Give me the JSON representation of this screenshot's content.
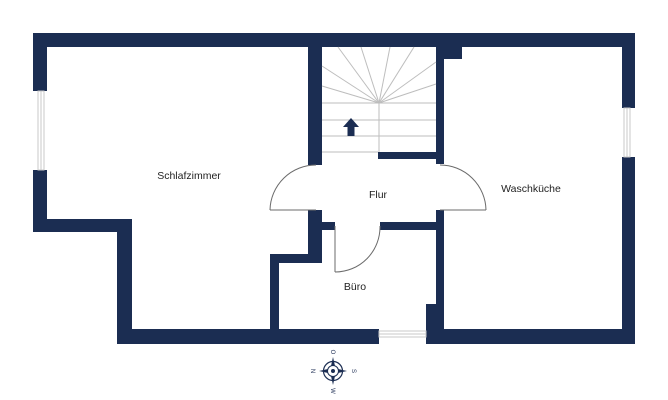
{
  "colors": {
    "wall": "#1b2d52",
    "background": "#ffffff",
    "window": "#d6d6d6",
    "stair_line": "#bdbdbd",
    "arrow": "#1b2d52",
    "door_line": "#555555"
  },
  "rooms": [
    {
      "id": "schlafzimmer",
      "label": "Schlafzimmer"
    },
    {
      "id": "flur",
      "label": "Flur"
    },
    {
      "id": "waschkueche",
      "label": "Waschküche"
    },
    {
      "id": "buero",
      "label": "Büro"
    }
  ],
  "compass": {
    "letters": [
      "N",
      "S",
      "W",
      "O"
    ],
    "icon": "compass-rose-icon"
  },
  "stairs": {
    "icon": "stair-direction-arrow-icon"
  }
}
